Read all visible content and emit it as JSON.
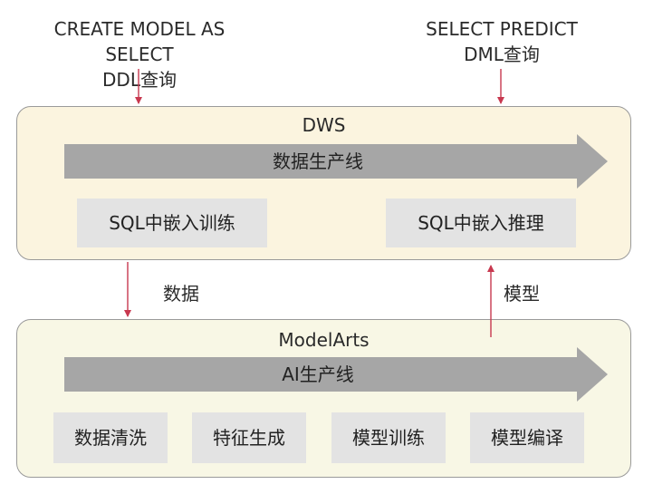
{
  "top_labels": {
    "left_line1": "CREATE MODEL AS SELECT",
    "left_line2": "DDL查询",
    "right_line1": "SELECT PREDICT",
    "right_line2": "DML查询"
  },
  "dws": {
    "title": "DWS",
    "pipeline": "数据生产线",
    "boxes": [
      "SQL中嵌入训练",
      "SQL中嵌入推理"
    ]
  },
  "modelarts": {
    "title": "ModelArts",
    "pipeline": "AI生产线",
    "boxes": [
      "数据清洗",
      "特征生成",
      "模型训练",
      "模型编译"
    ]
  },
  "connectors": {
    "down_label": "数据",
    "up_label": "模型"
  },
  "colors": {
    "arrow_red": "#c8384f",
    "dws_bg": "#fbf4df",
    "modelarts_bg": "#f8f7e5",
    "pipeline_gray": "#a6a6a6",
    "box_gray": "#e3e3e3"
  }
}
